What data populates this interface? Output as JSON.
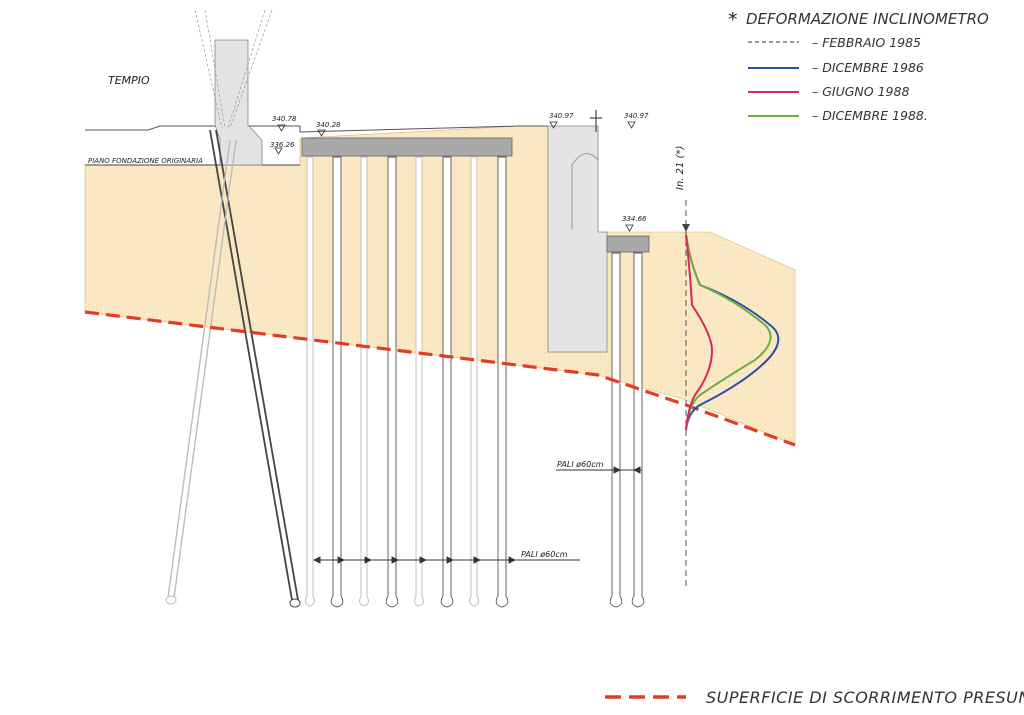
{
  "labels": {
    "tempio": "TEMPIO",
    "piano": "PIANO FONDAZIONE ORIGINARIA",
    "inclinometer": "In. 21 (*)",
    "pali_right": "PALI ø60cm",
    "pali_main": "PALI ø60cm"
  },
  "elevations": {
    "e1": "340.78",
    "e2": "336.26",
    "e3": "340.28",
    "e4": "340.97",
    "e5": "340.97",
    "e6": "334.66"
  },
  "legend": {
    "marker": "*",
    "title": "DEFORMAZIONE INCLINOMETRO",
    "entries": [
      {
        "label": "– FEBBRAIO 1985",
        "color": "#333333",
        "dashed": true
      },
      {
        "label": "– DICEMBRE 1986",
        "color": "#2a4fa8",
        "dashed": false
      },
      {
        "label": "– GIUGNO 1988",
        "color": "#d42a5a",
        "dashed": false
      },
      {
        "label": "– DICEMBRE 1988.",
        "color": "#6ab040",
        "dashed": false
      }
    ]
  },
  "footer": {
    "label": "SUPERFICIE DI SCORRIMENTO PRESUNTA",
    "color": "#e03c28"
  },
  "colors": {
    "soil": "#fbe9c6",
    "structure": "#e4e4e4",
    "slip": "#e03c28"
  }
}
